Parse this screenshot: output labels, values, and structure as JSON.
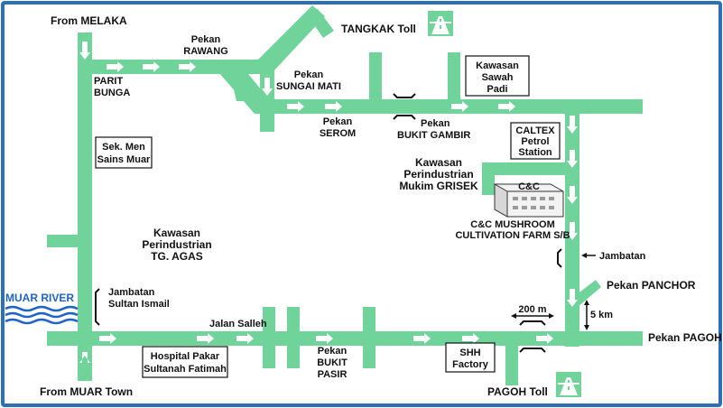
{
  "labels": {
    "from_melaka": "From MELAKA",
    "pekan_rawang": [
      "Pekan",
      "RAWANG"
    ],
    "tangkak_toll": "TANGKAK Toll",
    "parit_bunga": [
      "PARIT",
      "BUNGA"
    ],
    "pekan_sungai_mati": [
      "Pekan",
      "SUNGAI MATI"
    ],
    "kawasan_sawah_padi": [
      "Kawasan",
      "Sawah",
      "Padi"
    ],
    "pekan_serom": [
      "Pekan",
      "SEROM"
    ],
    "pekan_bukit_gambir": [
      "Pekan",
      "BUKIT GAMBIR"
    ],
    "caltex": [
      "CALTEX",
      "Petrol",
      "Station"
    ],
    "sek_men": [
      "Sek. Men",
      "Sains Muar"
    ],
    "kawasan_grisek": [
      "Kawasan",
      "Perindustrian",
      "Mukim GRISEK"
    ],
    "cc_logo": "C&C",
    "cc_farm": [
      "C&C MUSHROOM",
      "CULTIVATION FARM S/B"
    ],
    "kawasan_tg_agas": [
      "Kawasan",
      "Perindustrian",
      "TG. AGAS"
    ],
    "jambatan_right": "Jambatan",
    "pekan_panchor": "Pekan PANCHOR",
    "muar_river": "MUAR RIVER",
    "jambatan_sultan": [
      "Jambatan",
      "Sultan Ismail"
    ],
    "five_km": "5 km",
    "two_hundred_m": "200 m",
    "jalan_salleh": "Jalan Salleh",
    "hospital": [
      "Hospital Pakar",
      "Sultanah Fatimah"
    ],
    "pekan_bukit_pasir": [
      "Pekan",
      "BUKIT",
      "PASIR"
    ],
    "shh_factory": [
      "SHH",
      "Factory"
    ],
    "pekan_pagoh": "Pekan PAGOH",
    "from_muar_town": "From MUAR Town",
    "pagoh_toll": "PAGOH Toll"
  },
  "icons": {
    "toll": "highway-toll-icon",
    "factory": "factory-building-icon",
    "river": "river-waves-icon",
    "arrow": "direction-arrow-icon"
  },
  "colors": {
    "road": "#6fd39a",
    "frame": "#2f6fb6",
    "river": "#1f63c6",
    "text": "#111111"
  }
}
